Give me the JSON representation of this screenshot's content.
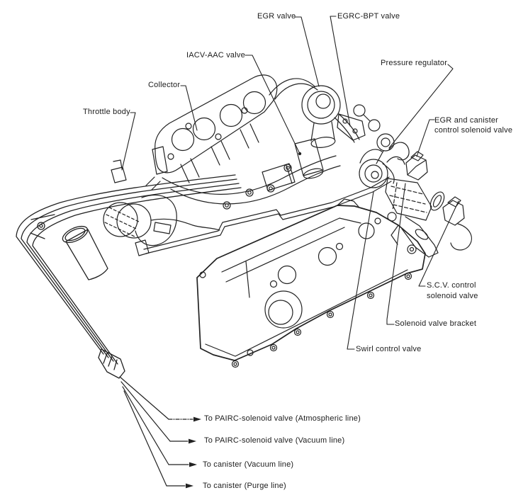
{
  "diagram": {
    "type": "engine vacuum hose routing line art",
    "ink_color": "#222222",
    "background_color": "#ffffff",
    "labels": {
      "egr_valve": {
        "text": "EGR valve"
      },
      "egrc_bpt_valve": {
        "text": "EGRC-BPT valve"
      },
      "iacv_aac_valve": {
        "text": "IACV-AAC valve"
      },
      "collector": {
        "text": "Collector"
      },
      "throttle_body": {
        "text": "Throttle body"
      },
      "pressure_regulator": {
        "text": "Pressure regulator"
      },
      "egr_canister_solenoid_line1": {
        "text": "EGR and canister"
      },
      "egr_canister_solenoid_line2": {
        "text": "control solenoid valve"
      },
      "scv_solenoid_line1": {
        "text": "S.C.V. control"
      },
      "scv_solenoid_line2": {
        "text": "solenoid valve"
      },
      "solenoid_valve_bracket": {
        "text": "Solenoid valve bracket"
      },
      "swirl_control_valve": {
        "text": "Swirl control valve"
      }
    },
    "callouts": {
      "pairc_atmospheric": {
        "text": "To PAIRC-solenoid valve (Atmospheric line)"
      },
      "pairc_vacuum": {
        "text": "To PAIRC-solenoid valve (Vacuum line)"
      },
      "canister_vacuum": {
        "text": "To canister (Vacuum line)"
      },
      "canister_purge": {
        "text": "To canister (Purge line)"
      }
    }
  }
}
